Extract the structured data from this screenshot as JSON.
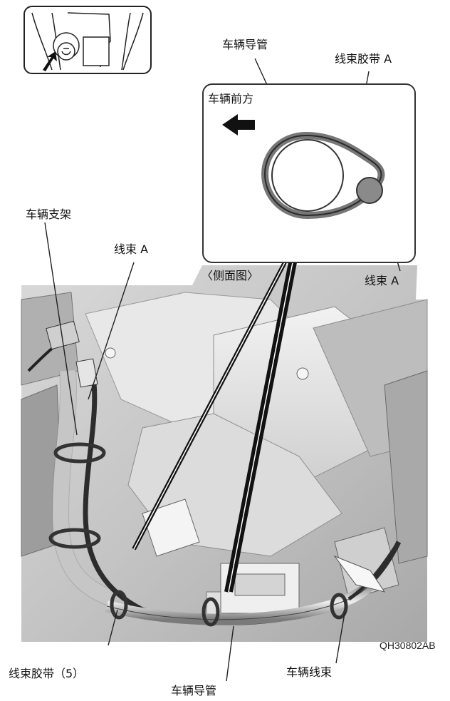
{
  "labels": {
    "guide_tube_top": "车辆导管",
    "tie_band_a": "线束胶带 A",
    "vehicle_front": "车辆前方",
    "vehicle_bracket": "车辆支架",
    "harness_a_left": "线束 A",
    "side_view": "〈侧面图〉",
    "harness_a_right": "线束 A",
    "tie_band_5": "线束胶带（5）",
    "guide_tube_bottom": "车辆导管",
    "vehicle_harness": "车辆线束",
    "code": "QH30802AB"
  },
  "icons": {
    "front_arrow": "arrow-left-icon",
    "locator_arrow": "arrow-up-right-icon"
  },
  "colors": {
    "line": "#222222",
    "photo_light": "#e6e6e6",
    "photo_mid": "#b3b3b3",
    "photo_dark": "#555555"
  }
}
